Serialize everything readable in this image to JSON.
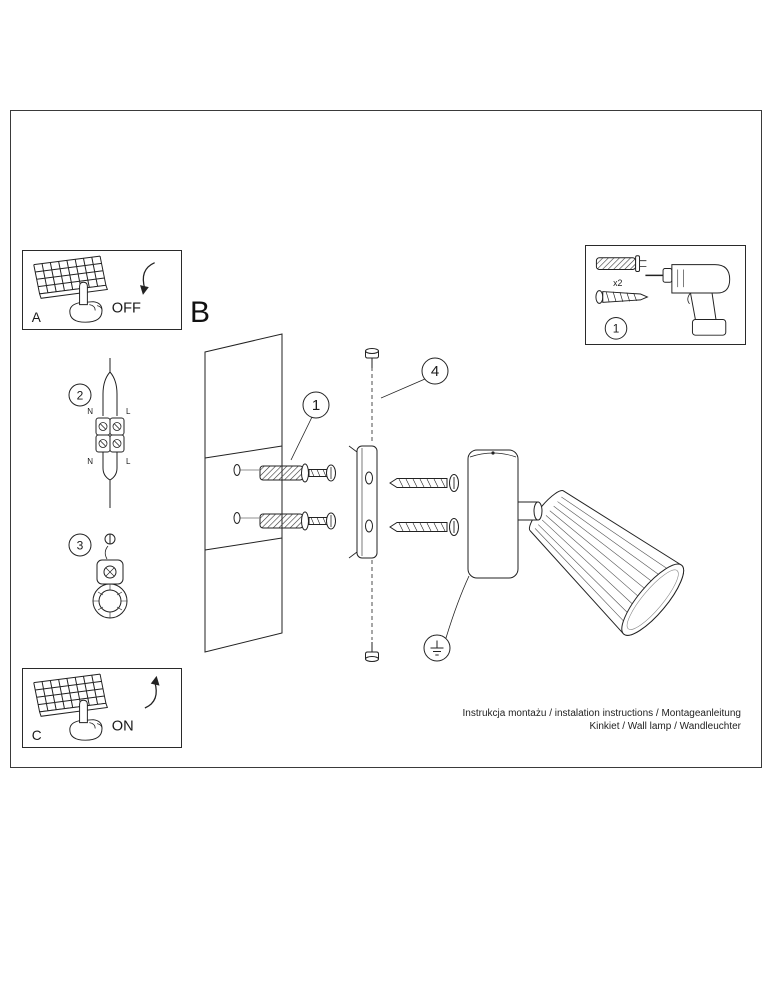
{
  "sheet": {
    "section_label": "B",
    "panel_a": {
      "label": "A",
      "state": "OFF"
    },
    "panel_c": {
      "label": "C",
      "state": "ON"
    },
    "steps": {
      "one": "1",
      "two": "2",
      "three": "3",
      "four": "4"
    },
    "parts_box": {
      "step": "1",
      "qty": "x2"
    },
    "wiring": {
      "n1": "N",
      "l1": "L",
      "n2": "N",
      "l2": "L"
    },
    "footer": {
      "line1": "Instrukcja montażu / instalation instructions / Montageanleitung",
      "line2": "Kinkiet / Wall lamp / Wandleuchter"
    }
  }
}
